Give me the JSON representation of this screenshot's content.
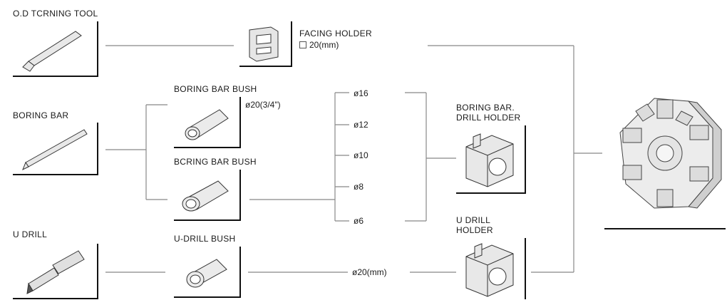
{
  "tools": {
    "od_turning_tool": "O.D TCRNING TOOL",
    "boring_bar": "BORING BAR",
    "u_drill": "U DRILL"
  },
  "holders": {
    "facing_holder": "FACING HOLDER",
    "facing_holder_size": "20(mm)",
    "boring_bar_bush_1": "BORING BAR BUSH",
    "boring_bar_bush_1_size": "ø20(3/4\")",
    "boring_bar_bush_2": "BCRING BAR BUSH",
    "u_drill_bush": "U-DRILL BUSH",
    "boring_bar_drill_holder_line1": "BORING BAR.",
    "boring_bar_drill_holder_line2": "DRILL HOLDER",
    "u_drill_holder_line1": "U DRILL",
    "u_drill_holder_line2": "HOLDER"
  },
  "diameters": [
    "ø16",
    "ø12",
    "ø10",
    "ø8",
    "ø6"
  ],
  "u_drill_diameter": "ø20(mm)"
}
